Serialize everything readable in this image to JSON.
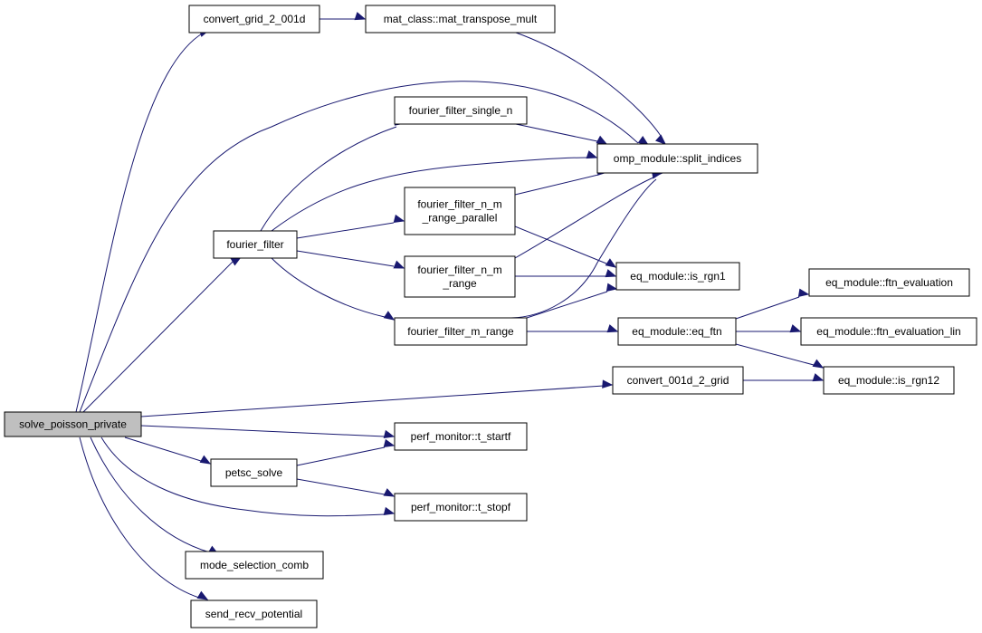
{
  "diagram": {
    "type": "call-graph",
    "colors": {
      "edge": "#191970",
      "root_fill": "#bfbfbf",
      "node_fill": "#ffffff",
      "border": "#000000"
    },
    "nodes": [
      {
        "id": "solve_poisson_private",
        "lines": [
          "solve_poisson_private"
        ],
        "root": true
      },
      {
        "id": "convert_grid_2_001d",
        "lines": [
          "convert_grid_2_001d"
        ]
      },
      {
        "id": "mat_transpose_mult",
        "lines": [
          "mat_class::mat_transpose_mult"
        ]
      },
      {
        "id": "fourier_filter_single_n",
        "lines": [
          "fourier_filter_single_n"
        ]
      },
      {
        "id": "split_indices",
        "lines": [
          "omp_module::split_indices"
        ]
      },
      {
        "id": "fourier_filter",
        "lines": [
          "fourier_filter"
        ]
      },
      {
        "id": "ff_nm_range_parallel",
        "lines": [
          "fourier_filter_n_m",
          "_range_parallel"
        ]
      },
      {
        "id": "ff_nm_range",
        "lines": [
          "fourier_filter_n_m",
          "_range"
        ]
      },
      {
        "id": "is_rgn1",
        "lines": [
          "eq_module::is_rgn1"
        ]
      },
      {
        "id": "ftn_evaluation",
        "lines": [
          "eq_module::ftn_evaluation"
        ]
      },
      {
        "id": "ff_m_range",
        "lines": [
          "fourier_filter_m_range"
        ]
      },
      {
        "id": "eq_ftn",
        "lines": [
          "eq_module::eq_ftn"
        ]
      },
      {
        "id": "ftn_evaluation_lin",
        "lines": [
          "eq_module::ftn_evaluation_lin"
        ]
      },
      {
        "id": "convert_001d_2_grid",
        "lines": [
          "convert_001d_2_grid"
        ]
      },
      {
        "id": "is_rgn12",
        "lines": [
          "eq_module::is_rgn12"
        ]
      },
      {
        "id": "t_startf",
        "lines": [
          "perf_monitor::t_startf"
        ]
      },
      {
        "id": "petsc_solve",
        "lines": [
          "petsc_solve"
        ]
      },
      {
        "id": "t_stopf",
        "lines": [
          "perf_monitor::t_stopf"
        ]
      },
      {
        "id": "mode_selection_comb",
        "lines": [
          "mode_selection_comb"
        ]
      },
      {
        "id": "send_recv_potential",
        "lines": [
          "send_recv_potential"
        ]
      }
    ],
    "edges": [
      {
        "from": "solve_poisson_private",
        "to": "convert_grid_2_001d"
      },
      {
        "from": "solve_poisson_private",
        "to": "split_indices"
      },
      {
        "from": "solve_poisson_private",
        "to": "fourier_filter"
      },
      {
        "from": "solve_poisson_private",
        "to": "convert_001d_2_grid"
      },
      {
        "from": "solve_poisson_private",
        "to": "t_startf"
      },
      {
        "from": "solve_poisson_private",
        "to": "petsc_solve"
      },
      {
        "from": "solve_poisson_private",
        "to": "t_stopf"
      },
      {
        "from": "solve_poisson_private",
        "to": "mode_selection_comb"
      },
      {
        "from": "solve_poisson_private",
        "to": "send_recv_potential"
      },
      {
        "from": "convert_grid_2_001d",
        "to": "mat_transpose_mult"
      },
      {
        "from": "mat_transpose_mult",
        "to": "split_indices"
      },
      {
        "from": "fourier_filter",
        "to": "fourier_filter_single_n"
      },
      {
        "from": "fourier_filter",
        "to": "split_indices"
      },
      {
        "from": "fourier_filter",
        "to": "ff_nm_range_parallel"
      },
      {
        "from": "fourier_filter",
        "to": "ff_nm_range"
      },
      {
        "from": "fourier_filter",
        "to": "ff_m_range"
      },
      {
        "from": "fourier_filter_single_n",
        "to": "split_indices"
      },
      {
        "from": "ff_nm_range_parallel",
        "to": "split_indices"
      },
      {
        "from": "ff_nm_range_parallel",
        "to": "is_rgn1"
      },
      {
        "from": "ff_nm_range",
        "to": "split_indices"
      },
      {
        "from": "ff_nm_range",
        "to": "is_rgn1"
      },
      {
        "from": "ff_m_range",
        "to": "split_indices"
      },
      {
        "from": "ff_m_range",
        "to": "is_rgn1"
      },
      {
        "from": "ff_m_range",
        "to": "eq_ftn"
      },
      {
        "from": "eq_ftn",
        "to": "ftn_evaluation"
      },
      {
        "from": "eq_ftn",
        "to": "ftn_evaluation_lin"
      },
      {
        "from": "eq_ftn",
        "to": "is_rgn12"
      },
      {
        "from": "convert_001d_2_grid",
        "to": "is_rgn12"
      },
      {
        "from": "petsc_solve",
        "to": "t_startf"
      },
      {
        "from": "petsc_solve",
        "to": "t_stopf"
      }
    ]
  }
}
